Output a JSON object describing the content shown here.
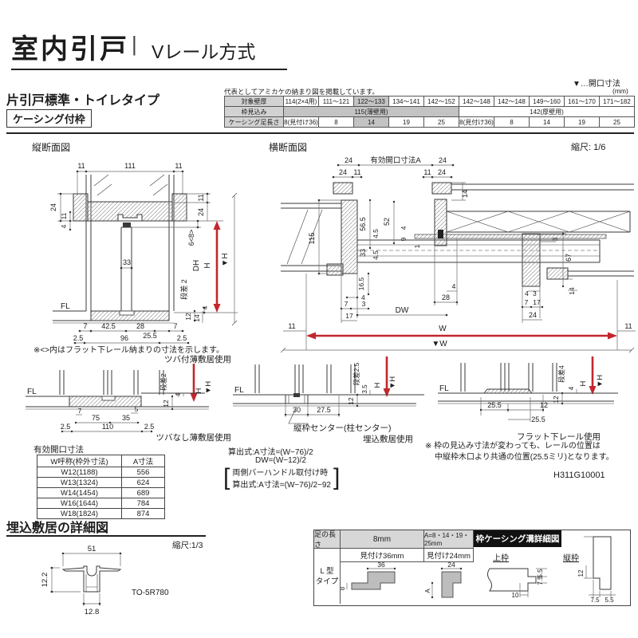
{
  "header": {
    "title": "室内引戸",
    "divider": "|",
    "subtitle": "Vレール方式",
    "opening_note": "▼…開口寸法",
    "type_heading": "片引戸標準・トイレタイプ",
    "frame_heading": "ケーシング付枠"
  },
  "spec_table": {
    "note": "代表としてアミカケの納まり図を掲載しています。",
    "unit": "(mm)",
    "row1_label": "対象壁厚",
    "row1": [
      "114(2×4用)",
      "111〜121",
      "122〜133",
      "134〜141",
      "142〜152",
      "142〜148",
      "142〜148",
      "149〜160",
      "161〜170",
      "171〜182"
    ],
    "row2_label": "枠見込み",
    "row2_thin": "115(薄壁用)",
    "row2_thick": "142(厚壁用)",
    "row3_label": "ケーシング足長さ",
    "row3": [
      "8(見付け36)",
      "8",
      "14",
      "19",
      "25",
      "8(見付け36)",
      "8",
      "14",
      "19",
      "25"
    ]
  },
  "sections": {
    "vertical_title": "縦断面図",
    "horizontal_title": "横断面図",
    "scale_main": "縮尺: 1/6",
    "flat_rail_note": "※<>内はフラット下レール納まりの寸法を示します。",
    "caption_tsuba": "ツバ付薄敷居使用",
    "caption_tsubanashi": "ツバなし薄敷居使用",
    "caption_center": "縦枠センター(柱センター)",
    "caption_umekomi": "埋込敷居使用",
    "caption_flat": "フラット下レール使用",
    "note_formula1": "算出式:A寸法=(W−76)/2",
    "note_formula2": "DW=(W−12)/2",
    "note_formula3": "両側バーハンドル取付け時",
    "note_formula4": "算出式:A寸法=(W−76)/2−92",
    "note_rail1": "※ 枠の見込み寸法が変わっても、レールの位置は",
    "note_rail2": "中縦枠木口より共通の位置(25.5ミリ)となります。",
    "doc_code": "H311G10001"
  },
  "opening_table": {
    "title": "有効開口寸法",
    "col1": "W呼称(枠外寸法)",
    "col2": "A寸法",
    "rows": [
      {
        "w": "W12(1188)",
        "a": "556"
      },
      {
        "w": "W13(1324)",
        "a": "624"
      },
      {
        "w": "W14(1454)",
        "a": "689"
      },
      {
        "w": "W16(1644)",
        "a": "784"
      },
      {
        "w": "W18(1824)",
        "a": "874"
      }
    ]
  },
  "vsec": {
    "labels": [
      "11",
      "111",
      "11",
      "24",
      "11",
      "4",
      "11",
      "24",
      "6<8>",
      "DH",
      "H",
      "▼H",
      "段差 2",
      "4",
      "12",
      "14",
      "33",
      "FL",
      "7",
      "42.5",
      "28",
      "7",
      "2.5",
      "96",
      "25.5",
      "2.5"
    ]
  },
  "hsec": {
    "labels": [
      "24",
      "有効開口寸法A",
      "24",
      "24",
      "11",
      "11",
      "24",
      "14",
      "115",
      "56.5",
      "52",
      "4.5",
      "4",
      "9",
      "1",
      "33",
      "4.5",
      "16.5",
      "4",
      "7",
      "3",
      "17",
      "28",
      "4",
      "DW",
      "3",
      "67",
      "14",
      "4",
      "3",
      "7",
      "17",
      "24",
      "11",
      "W",
      "▼W",
      "11"
    ]
  },
  "d1": {
    "labels": [
      "段差2",
      "4",
      "H",
      "▼H",
      "12",
      "FL",
      "7",
      "5",
      "75",
      "35",
      "110",
      "2.5",
      "2.5"
    ]
  },
  "d2": {
    "labels": [
      "段差2.5",
      "3.5",
      "H",
      "▼H",
      "12",
      "FL",
      "30",
      "27.5"
    ]
  },
  "d3": {
    "labels": [
      "段差4",
      "4",
      "H",
      "▼H",
      "12",
      "FL",
      "25.5",
      "12",
      "25.5"
    ]
  },
  "sill": {
    "title": "埋込敷居の詳細図",
    "scale": "縮尺:1/3",
    "labels": [
      "51",
      "12.2",
      "12.8",
      "TO-5R780"
    ]
  },
  "leg_table": {
    "h1": "足の長さ",
    "h2": "8mm",
    "h3": "A=8・14・19・25mm",
    "detail_title": "枠ケーシング溝詳細図",
    "sub2": "見付け36mm",
    "sub3": "見付け24mm",
    "row_label_1": "L 型",
    "row_label_2": "タイプ",
    "labels_l1": [
      "36",
      "8"
    ],
    "labels_l2": [
      "24",
      "A"
    ],
    "kamoi": "上枠",
    "tate": "縦枠",
    "labels_detail": [
      "5.5",
      "7.5",
      "10",
      "12",
      "7.5",
      "5.5"
    ]
  },
  "colors": {
    "accent_red": "#c2272d",
    "shade_gray": "#c3c3c3"
  }
}
